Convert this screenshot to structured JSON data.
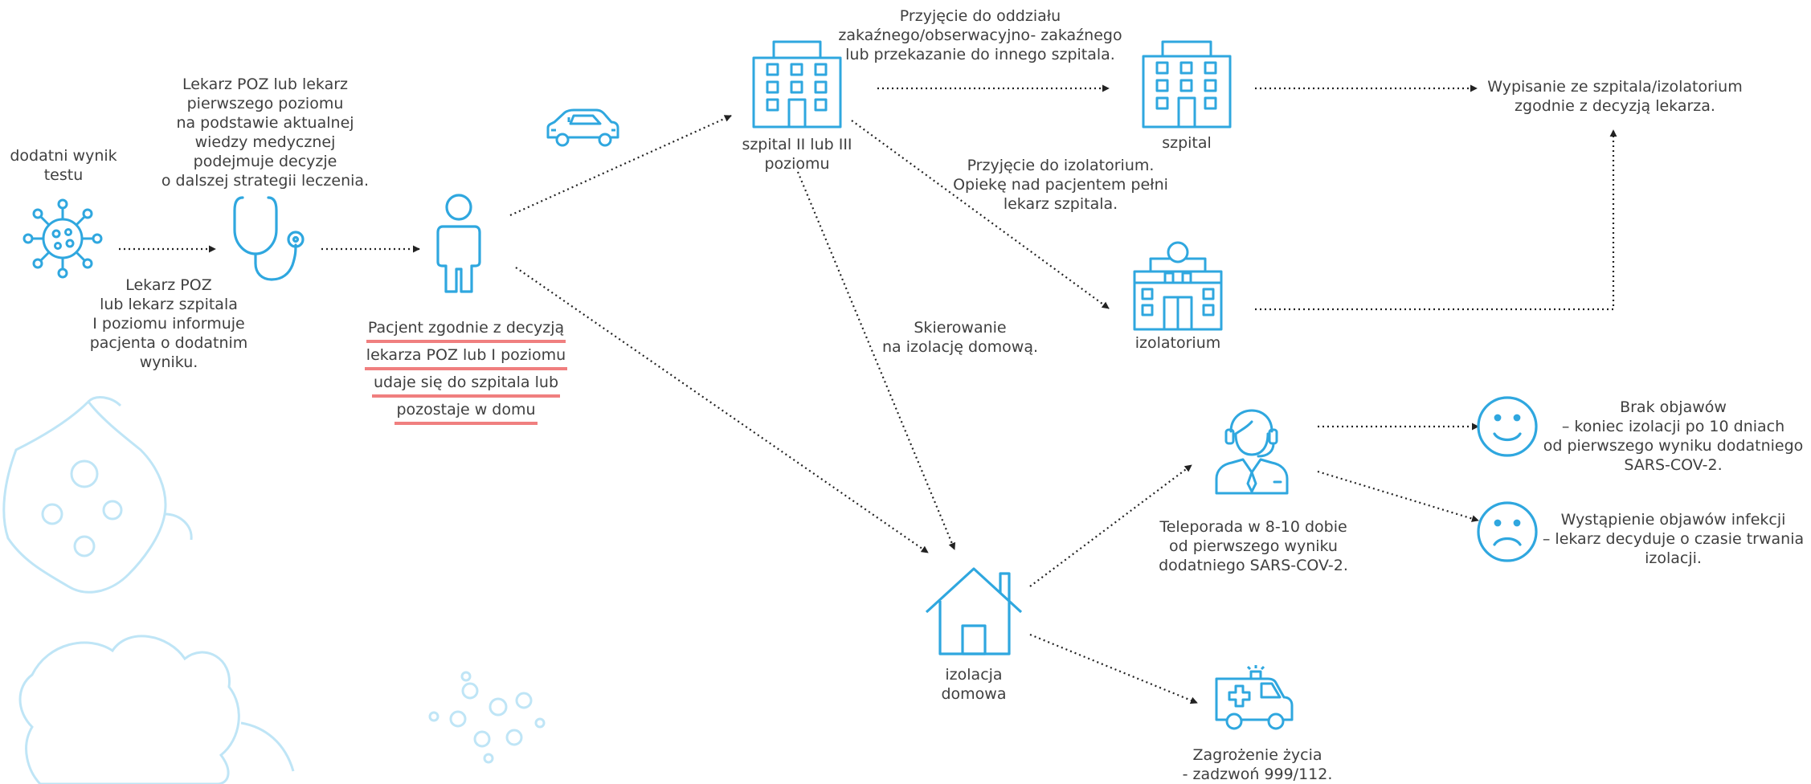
{
  "colors": {
    "icon": "#2fa7df",
    "decor": "#bfe5f6",
    "underline": "#f07f7f",
    "text": "#3f3f3f",
    "arrow": "#222222"
  },
  "nodes": {
    "positive_test": {
      "icon": "virus-icon",
      "lines": [
        "dodatni wynik",
        "testu"
      ]
    },
    "doctor_decision": {
      "icon": "stethoscope-icon",
      "lines": [
        "Lekarz POZ lub lekarz",
        "pierwszego poziomu",
        "na podstawie aktualnej",
        "wiedzy medycznej",
        "podejmuje decyzje",
        "o dalszej strategii leczenia."
      ]
    },
    "doctor_informs": {
      "lines": [
        "Lekarz POZ",
        "lub lekarz szpitala",
        "I poziomu informuje",
        "pacjenta o dodatnim",
        "wyniku."
      ]
    },
    "patient": {
      "icon": "person-icon",
      "lines": [
        "Pacjent zgodnie z decyzją",
        "lekarza POZ lub I poziomu",
        "udaje się do szpitala lub",
        "pozostaje w domu"
      ]
    },
    "car": {
      "icon": "car-icon"
    },
    "hospital_level": {
      "icon": "hospital-building-icon",
      "lines": [
        "szpital II lub III",
        "poziomu"
      ]
    },
    "admission_infectious": {
      "lines": [
        "Przyjęcie do oddziału",
        "zakaźnego/obserwacyjno- zakaźnego",
        "lub przekazanie do innego szpitala."
      ]
    },
    "hospital": {
      "icon": "hospital-building-icon",
      "lines": [
        "szpital"
      ]
    },
    "discharge": {
      "lines": [
        "Wypisanie ze szpitala/izolatorium",
        "zgodnie z decyzją lekarza."
      ]
    },
    "admission_isolatorium": {
      "lines": [
        "Przyjęcie do izolatorium.",
        "Opiekę nad pacjentem pełni",
        "lekarz szpitala."
      ]
    },
    "isolatorium": {
      "icon": "isolatorium-building-icon",
      "lines": [
        "izolatorium"
      ]
    },
    "home_referral": {
      "lines": [
        "Skierowanie",
        "na izolację domową."
      ]
    },
    "home_isolation": {
      "icon": "house-icon",
      "lines": [
        "izolacja",
        "domowa"
      ]
    },
    "teleconsult": {
      "icon": "operator-headset-icon",
      "lines": [
        "Teleporada w 8-10 dobie",
        "od pierwszego wyniku",
        "dodatniego SARS-COV-2."
      ]
    },
    "no_symptoms": {
      "icon": "smiley-happy-icon",
      "lines": [
        "Brak objawów",
        "– koniec izolacji po 10 dniach",
        "od pierwszego wyniku dodatniego",
        "SARS-COV-2."
      ]
    },
    "symptoms": {
      "icon": "smiley-sad-icon",
      "lines": [
        "Wystąpienie objawów infekcji",
        "– lekarz decyduje o czasie trwania",
        "izolacji."
      ]
    },
    "emergency": {
      "icon": "ambulance-icon",
      "lines": [
        "Zagrożenie życia",
        "- zadzwoń 999/112."
      ]
    }
  }
}
